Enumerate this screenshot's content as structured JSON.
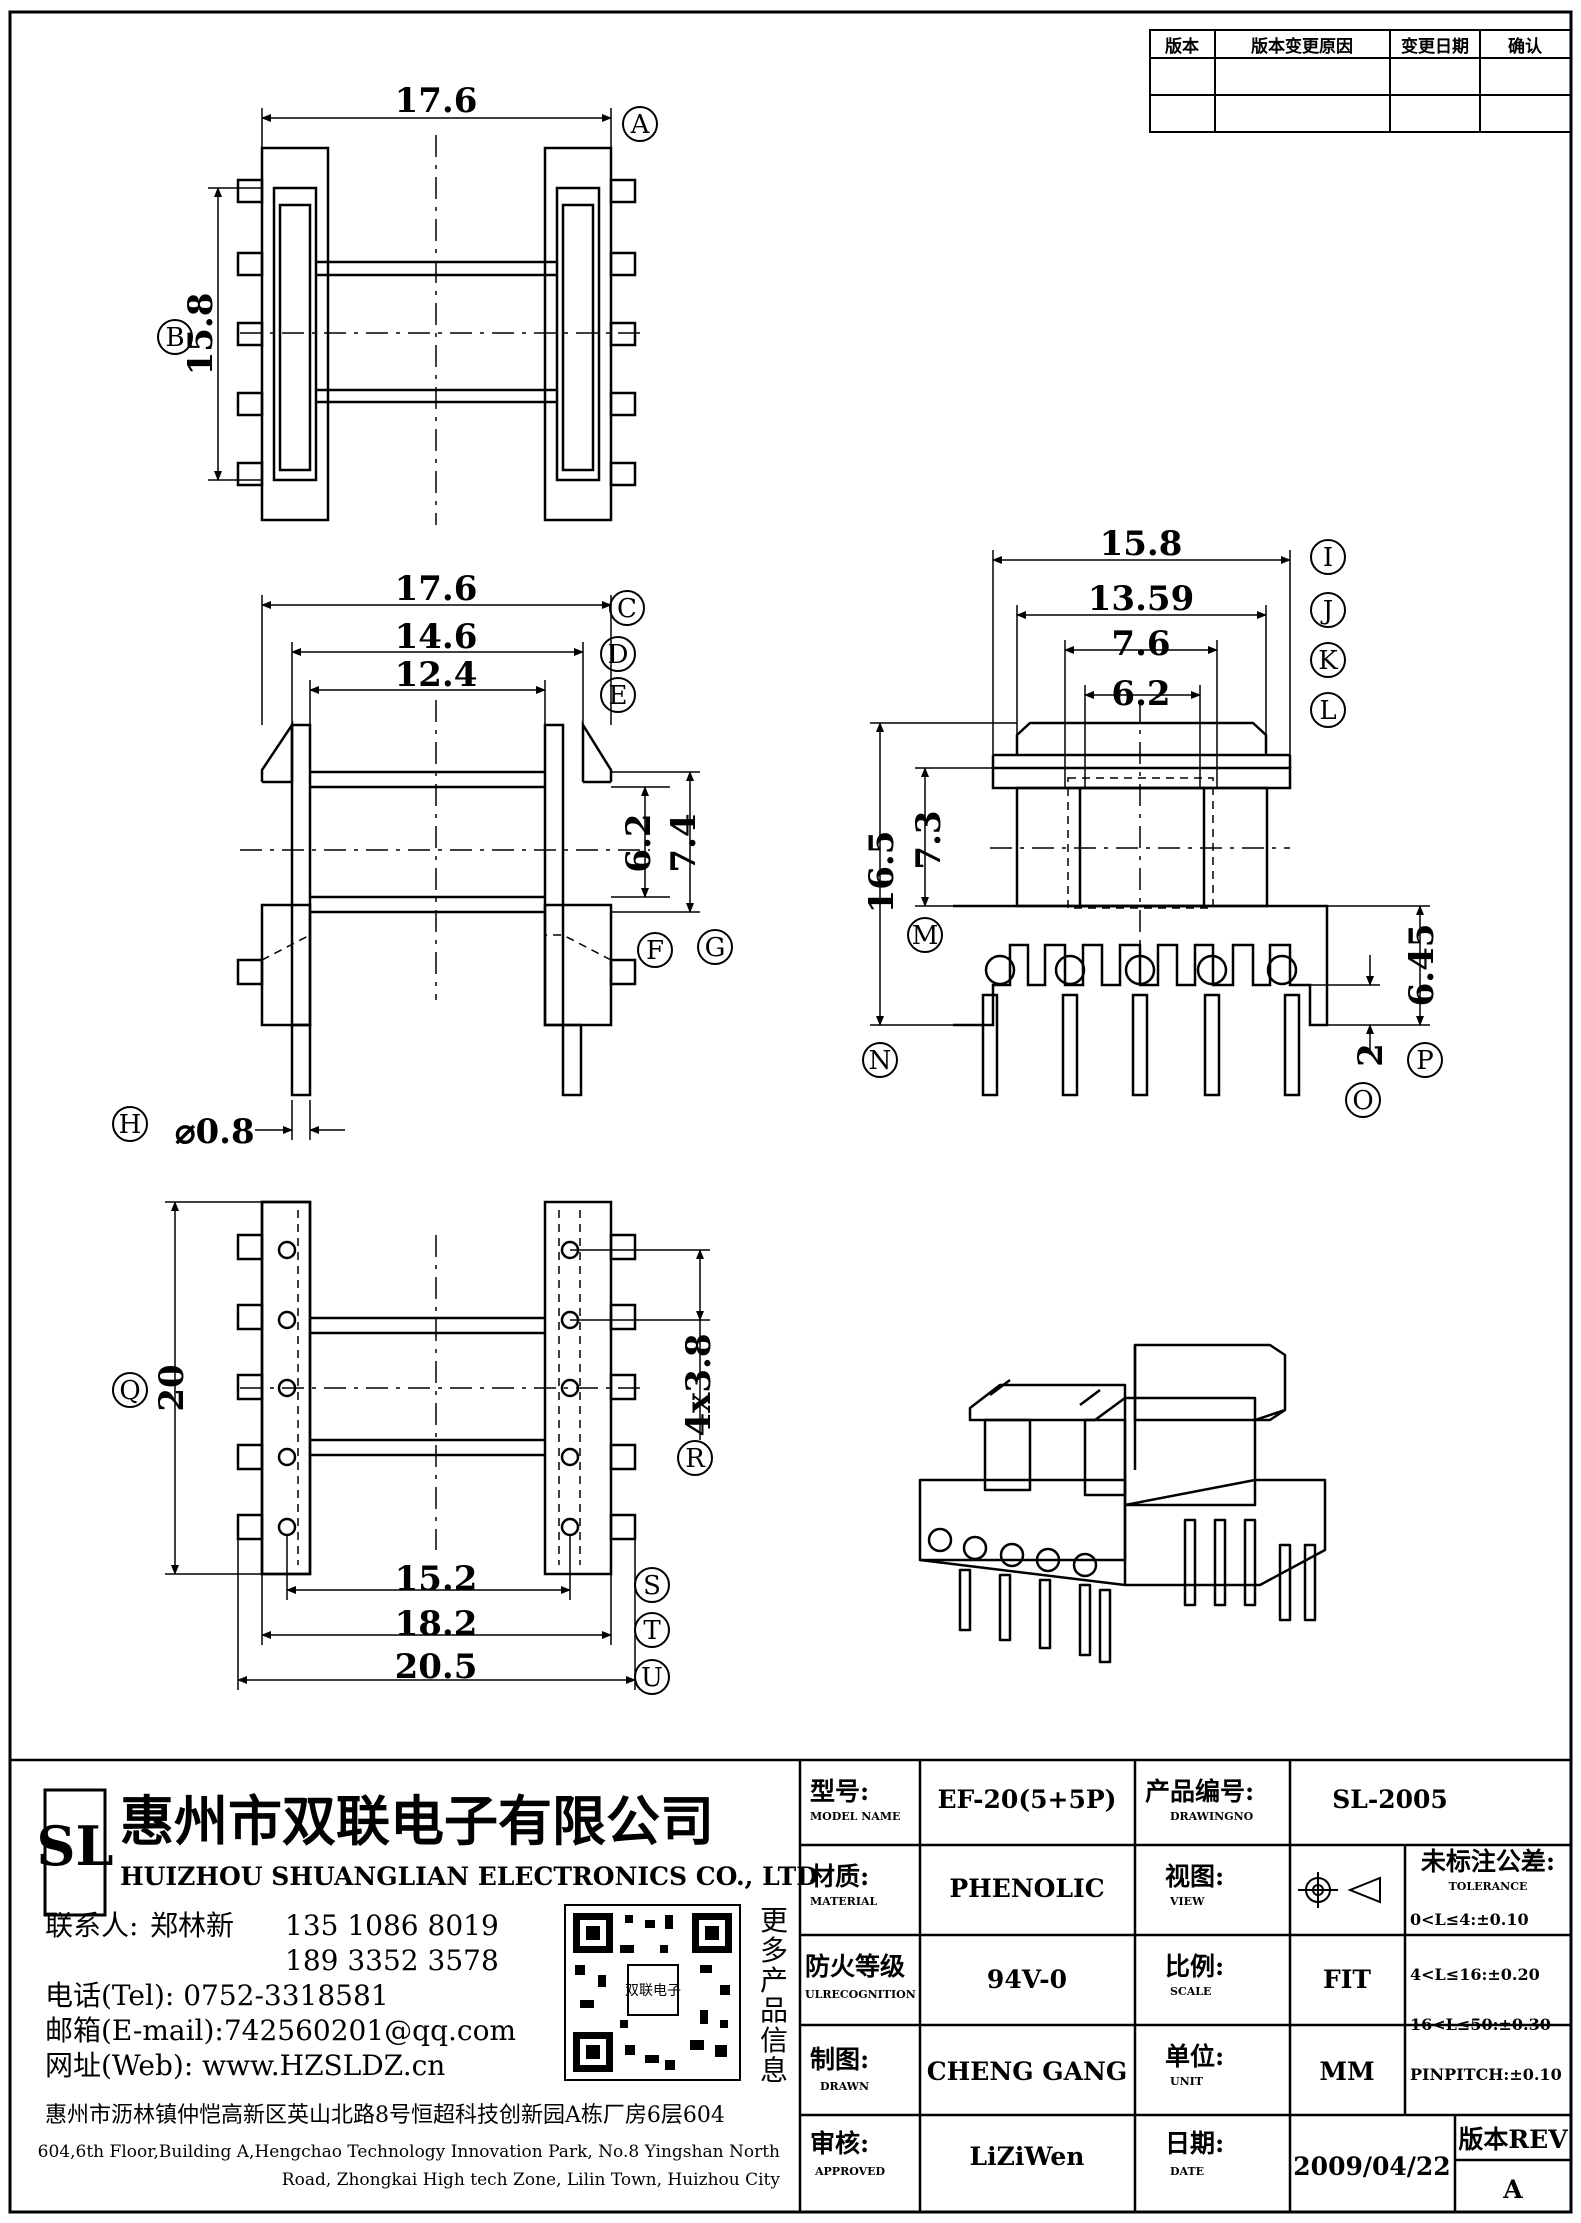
{
  "revision_table": {
    "headers": [
      "版本",
      "版本变更原因",
      "变更日期",
      "确认"
    ]
  },
  "dimensions": {
    "top_width": "17.6",
    "top_height": "15.8",
    "front_c": "17.6",
    "front_d": "14.6",
    "front_e": "12.4",
    "front_core1": "6.2",
    "front_core2": "7.4",
    "pin_dia": "⌀0.8",
    "side_i": "15.8",
    "side_j": "13.59",
    "side_k": "7.6",
    "side_l": "6.2",
    "side_n": "16.5",
    "side_m": "7.3",
    "side_p": "6.45",
    "side_o": "2",
    "bottom_q": "20",
    "bottom_r": "4x3.8",
    "bottom_s": "15.2",
    "bottom_t": "18.2",
    "bottom_u": "20.5"
  },
  "bubbles": {
    "a": "A",
    "b": "B",
    "c": "C",
    "d": "D",
    "e": "E",
    "f": "F",
    "g": "G",
    "h": "H",
    "i": "I",
    "j": "J",
    "k": "K",
    "l": "L",
    "m": "M",
    "n": "N",
    "o": "O",
    "p": "P",
    "q": "Q",
    "r": "R",
    "s": "S",
    "t": "T",
    "u": "U"
  },
  "company": {
    "logo_letters": "SL",
    "name_cn": "惠州市双联电子有限公司",
    "name_en": "HUIZHOU SHUANGLIAN ELECTRONICS CO., LTD",
    "contact_label": "联系人:",
    "contact_name": "郑林新",
    "phone1": "135 1086 8019",
    "phone2": "189 3352 3578",
    "tel": "电话(Tel): 0752-3318581",
    "email": "邮箱(E-mail):742560201@qq.com",
    "web": "网址(Web): www.HZSLDZ.cn",
    "qr_caption": [
      "更",
      "多",
      "产",
      "品",
      "信",
      "息"
    ],
    "qr_center": "双联电子",
    "address_cn": "惠州市沥林镇仲恺高新区英山北路8号恒超科技创新园A栋厂房6层604",
    "address_en1": "604,6th Floor,Building A,Hengchao Technology Innovation Park, No.8 Yingshan North",
    "address_en2": "Road, Zhongkai High tech Zone, Lilin Town, Huizhou City"
  },
  "title_block": {
    "model_label": "型号:",
    "model_sub": "MODEL NAME",
    "model_value": "EF-20(5+5P)",
    "drawing_label": "产品编号:",
    "drawing_sub": "DRAWINGNO",
    "drawing_value": "SL-2005",
    "material_label": "材质:",
    "material_sub": "MATERIAL",
    "material_value": "PHENOLIC",
    "view_label": "视图:",
    "view_sub": "VIEW",
    "tolerance_label": "未标注公差:",
    "tolerance_sub": "TOLERANCE",
    "tol1": "0<L≤4:±0.10",
    "tol2": "4<L≤16:±0.20",
    "tol3": "16<L≤50:±0.30",
    "tol4": "PINPITCH:±0.10",
    "fire_label": "防火等级",
    "fire_sub": "ULRECOGNITION",
    "fire_value": "94V-0",
    "scale_label": "比例:",
    "scale_sub": "SCALE",
    "scale_value": "FIT",
    "drawn_label": "制图:",
    "drawn_sub": "DRAWN",
    "drawn_value": "CHENG GANG",
    "unit_label": "单位:",
    "unit_sub": "UNIT",
    "unit_value": "MM",
    "approved_label": "审核:",
    "approved_sub": "APPROVED",
    "approved_value": "LiZiWen",
    "date_label": "日期:",
    "date_sub": "DATE",
    "date_value": "2009/04/22",
    "rev_label": "版本REV",
    "rev_value": "A"
  }
}
